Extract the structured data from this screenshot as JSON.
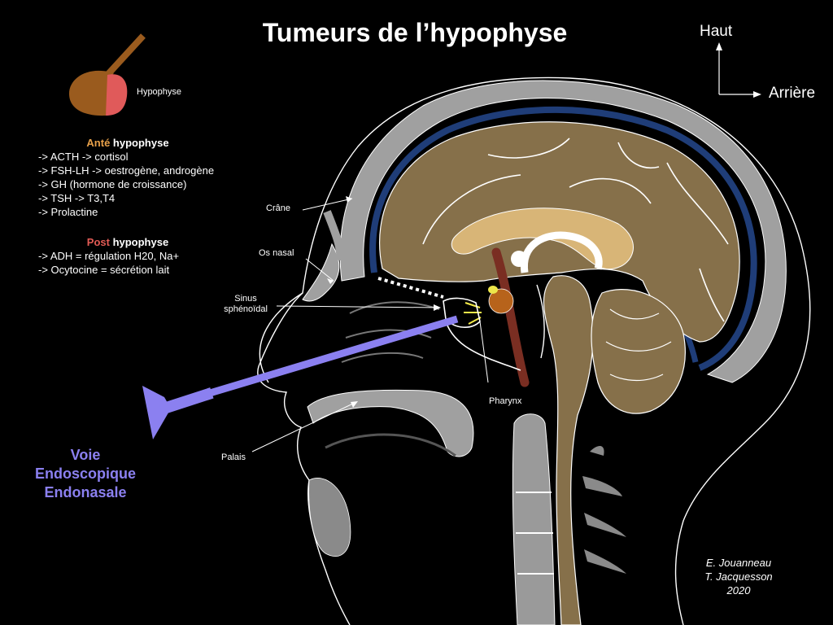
{
  "title": "Tumeurs de l’hypophyse",
  "compass": {
    "up": "Haut",
    "back": "Arrière"
  },
  "pituitary_icon_label": "Hypophyse",
  "anterior": {
    "head_colored": "Anté",
    "head_rest": " hypophyse",
    "items": [
      "-> ACTH -> cortisol",
      "-> FSH-LH -> oestrogène, androgène",
      "-> GH (hormone de croissance)",
      "-> TSH -> T3,T4",
      "-> Prolactine"
    ]
  },
  "posterior": {
    "head_colored": "Post",
    "head_rest": " hypophyse",
    "items": [
      "-> ADH = régulation H20, Na+",
      "-> Ocytocine = sécrétion lait"
    ]
  },
  "labels": {
    "crane": "Crâne",
    "os_nasal": "Os nasal",
    "sinus_line1": "Sinus",
    "sinus_line2": "sphénoïdal",
    "palais": "Palais",
    "pharynx": "Pharynx"
  },
  "approach": {
    "line1": "Voie",
    "line2": "Endoscopique",
    "line3": "Endonasale"
  },
  "credit": {
    "line1": "E. Jouanneau",
    "line2": "T. Jacquesson",
    "line3": "2020"
  },
  "colors": {
    "background": "#000000",
    "brain": "#86704a",
    "skull": "#a0a0a0",
    "dura": "#1f3d78",
    "corpus": "#d8b577",
    "approach": "#8b80f0",
    "anterior_accent": "#e8a14a",
    "posterior_accent": "#e35b55",
    "pharynx_wall": "#7a2e22"
  }
}
